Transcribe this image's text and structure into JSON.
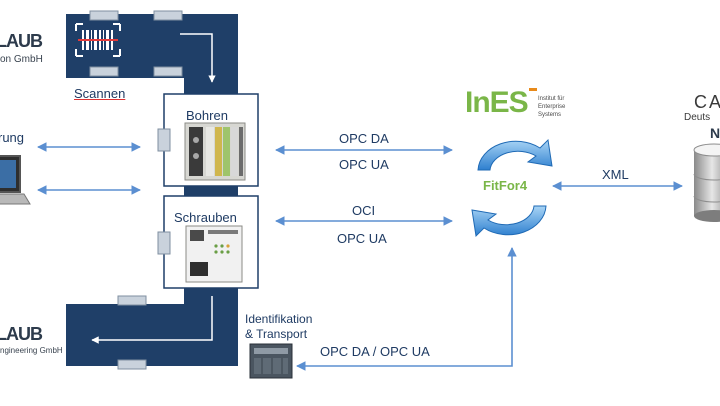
{
  "left": {
    "logo_top_brand": "LAUB",
    "logo_top_sub": "on GmbH",
    "logo_bottom_brand": "LAUB",
    "logo_bottom_sub": "ngineering GmbH",
    "label_rung": "rung"
  },
  "stations": {
    "scan": "Scannen",
    "drill": "Bohren",
    "screw": "Schrauben",
    "ident_line1": "Identifikation",
    "ident_line2": "& Transport"
  },
  "protocols": {
    "drill_top": "OPC DA",
    "drill_bottom": "OPC UA",
    "screw_top": "OCI",
    "screw_bottom": "OPC UA",
    "bottom": "OPC DA / OPC UA",
    "xml": "XML"
  },
  "ines": {
    "logo": "InES",
    "institute_line1": "Institut für",
    "institute_line2": "Enterprise",
    "institute_line3": "Systems",
    "fitfor": "FitFor4"
  },
  "right": {
    "brand": "CA",
    "sub1": "Deuts",
    "sub2": "N"
  },
  "colors": {
    "conveyor": "#1f3f68",
    "arrow": "#5b8fd1",
    "ines_green": "#7ab648",
    "ines_orange": "#e88a1a"
  }
}
